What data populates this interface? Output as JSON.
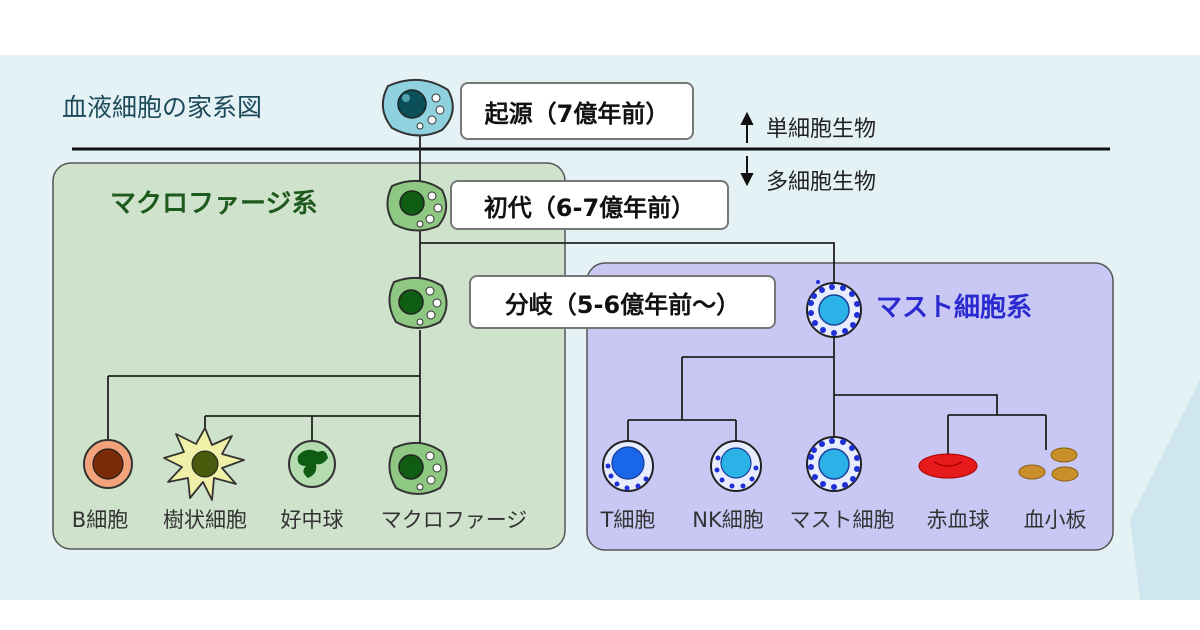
{
  "title": "血液細胞の家系図",
  "eras": {
    "unicellular": "単細胞生物",
    "multicellular": "多細胞生物"
  },
  "stages": {
    "origin": "起源（7億年前）",
    "first": "初代（6-7億年前）",
    "branch": "分岐（5-6億年前〜）"
  },
  "groups": {
    "macrophage": "マクロファージ系",
    "mast": "マスト細胞系"
  },
  "cells": {
    "b_cell": "B細胞",
    "dendritic": "樹状細胞",
    "neutrophil": "好中球",
    "macrophage": "マクロファージ",
    "t_cell": "T細胞",
    "nk_cell": "NK細胞",
    "mast_cell": "マスト細胞",
    "rbc": "赤血球",
    "platelet": "血小板"
  },
  "colors": {
    "macrophage_group_bg": "#cfe3cc",
    "mast_group_bg": "#c9c8f5",
    "mast_label": "#2a2ad0",
    "macrophage_label": "#1e5a1e",
    "background_wash": "#e4f2f6"
  }
}
